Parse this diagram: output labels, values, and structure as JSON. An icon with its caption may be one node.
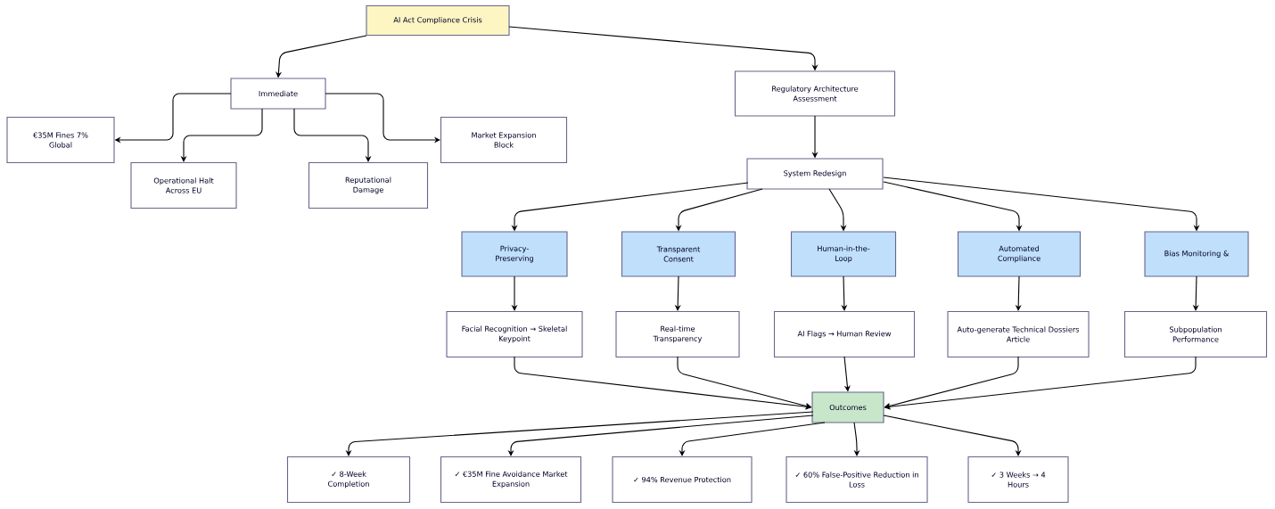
{
  "diagram": {
    "nodes": [
      {
        "text": [
          "AI Act Compliance Crisis"
        ]
      },
      {
        "text": [
          "Immediate"
        ]
      },
      {
        "text": [
          "€35M Fines 7% Global"
        ]
      },
      {
        "text": [
          "Operational Halt Across EU"
        ]
      },
      {
        "text": [
          "Reputational Damage"
        ]
      },
      {
        "text": [
          "Market Expansion Block"
        ]
      },
      {
        "text": [
          "Regulatory Architecture Assessment"
        ]
      },
      {
        "text": [
          "System Redesign"
        ]
      },
      {
        "text": [
          "Privacy-Preserving"
        ]
      },
      {
        "text": [
          "Transparent Consent"
        ]
      },
      {
        "text": [
          "Human-in-the-Loop"
        ]
      },
      {
        "text": [
          "Automated Compliance"
        ]
      },
      {
        "text": [
          "Bias Monitoring &"
        ]
      },
      {
        "text": [
          "Facial Recognition → Skeletal Keypoint"
        ]
      },
      {
        "text": [
          "Real-time Transparency"
        ]
      },
      {
        "text": [
          "AI Flags → Human Review"
        ]
      },
      {
        "text": [
          "Auto-generate Technical Dossiers Article"
        ]
      },
      {
        "text": [
          "Subpopulation Performance"
        ]
      },
      {
        "text": [
          "Outcomes"
        ]
      },
      {
        "text": [
          "✓ 8-Week Completion"
        ]
      },
      {
        "text": [
          "✓ €35M Fine Avoidance Market Expansion"
        ]
      },
      {
        "text": [
          "✓ 94% Revenue Protection"
        ]
      },
      {
        "text": [
          "✓ 60% False-Positive Reduction in Loss"
        ]
      },
      {
        "text": [
          "✓ 3 Weeks → 4 Hours"
        ]
      }
    ],
    "edges": [
      {
        "from": 0,
        "to": 1,
        "arrow": "to"
      },
      {
        "from": 0,
        "to": 6,
        "arrow": "to"
      },
      {
        "from": 1,
        "to": 2,
        "arrow": "to"
      },
      {
        "from": 1,
        "to": 3,
        "arrow": "to"
      },
      {
        "from": 1,
        "to": 4,
        "arrow": "to"
      },
      {
        "from": 1,
        "to": 5,
        "arrow": "to"
      },
      {
        "from": 6,
        "to": 7,
        "arrow": "to"
      },
      {
        "from": 7,
        "to": 8,
        "arrow": "to"
      },
      {
        "from": 7,
        "to": 9,
        "arrow": "to"
      },
      {
        "from": 7,
        "to": 10,
        "arrow": "to"
      },
      {
        "from": 7,
        "to": 11,
        "arrow": "to"
      },
      {
        "from": 7,
        "to": 12,
        "arrow": "to"
      },
      {
        "from": 8,
        "to": 13,
        "arrow": "to"
      },
      {
        "from": 9,
        "to": 14,
        "arrow": "to"
      },
      {
        "from": 10,
        "to": 15,
        "arrow": "to"
      },
      {
        "from": 11,
        "to": 16,
        "arrow": "to"
      },
      {
        "from": 12,
        "to": 17,
        "arrow": "to"
      },
      {
        "from": 13,
        "to": 18,
        "arrow": "to"
      },
      {
        "from": 14,
        "to": 18,
        "arrow": "to"
      },
      {
        "from": 15,
        "to": 18,
        "arrow": "to"
      },
      {
        "from": 16,
        "to": 18,
        "arrow": "to"
      },
      {
        "from": 17,
        "to": 18,
        "arrow": "to"
      },
      {
        "from": 18,
        "to": 19,
        "arrow": "to"
      },
      {
        "from": 18,
        "to": 20,
        "arrow": "to"
      },
      {
        "from": 18,
        "to": 21,
        "arrow": "to"
      },
      {
        "from": 18,
        "to": 22,
        "arrow": "to"
      },
      {
        "from": 18,
        "to": 23,
        "arrow": "to"
      }
    ]
  }
}
